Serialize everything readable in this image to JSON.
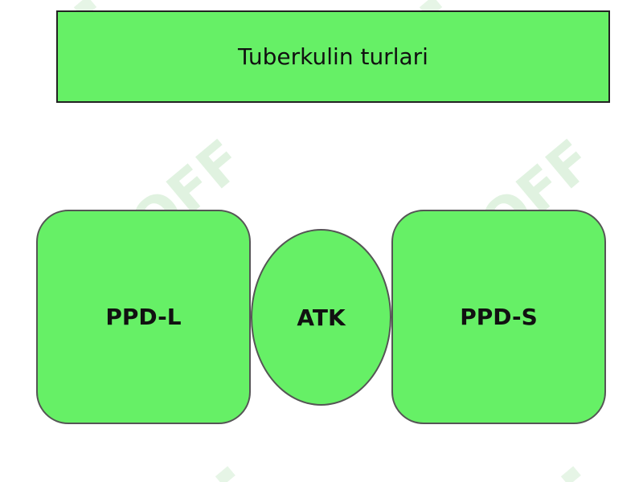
{
  "colors": {
    "fill": "#66f066",
    "border": "#555555",
    "title_border": "#222222",
    "watermark": "#c8e8c8"
  },
  "title": "Tuberkulin turlari",
  "nodes": [
    {
      "label": "PPD-L"
    },
    {
      "label": "ATK"
    },
    {
      "label": "PPD-S"
    }
  ],
  "watermark": {
    "text": "SOFF"
  }
}
